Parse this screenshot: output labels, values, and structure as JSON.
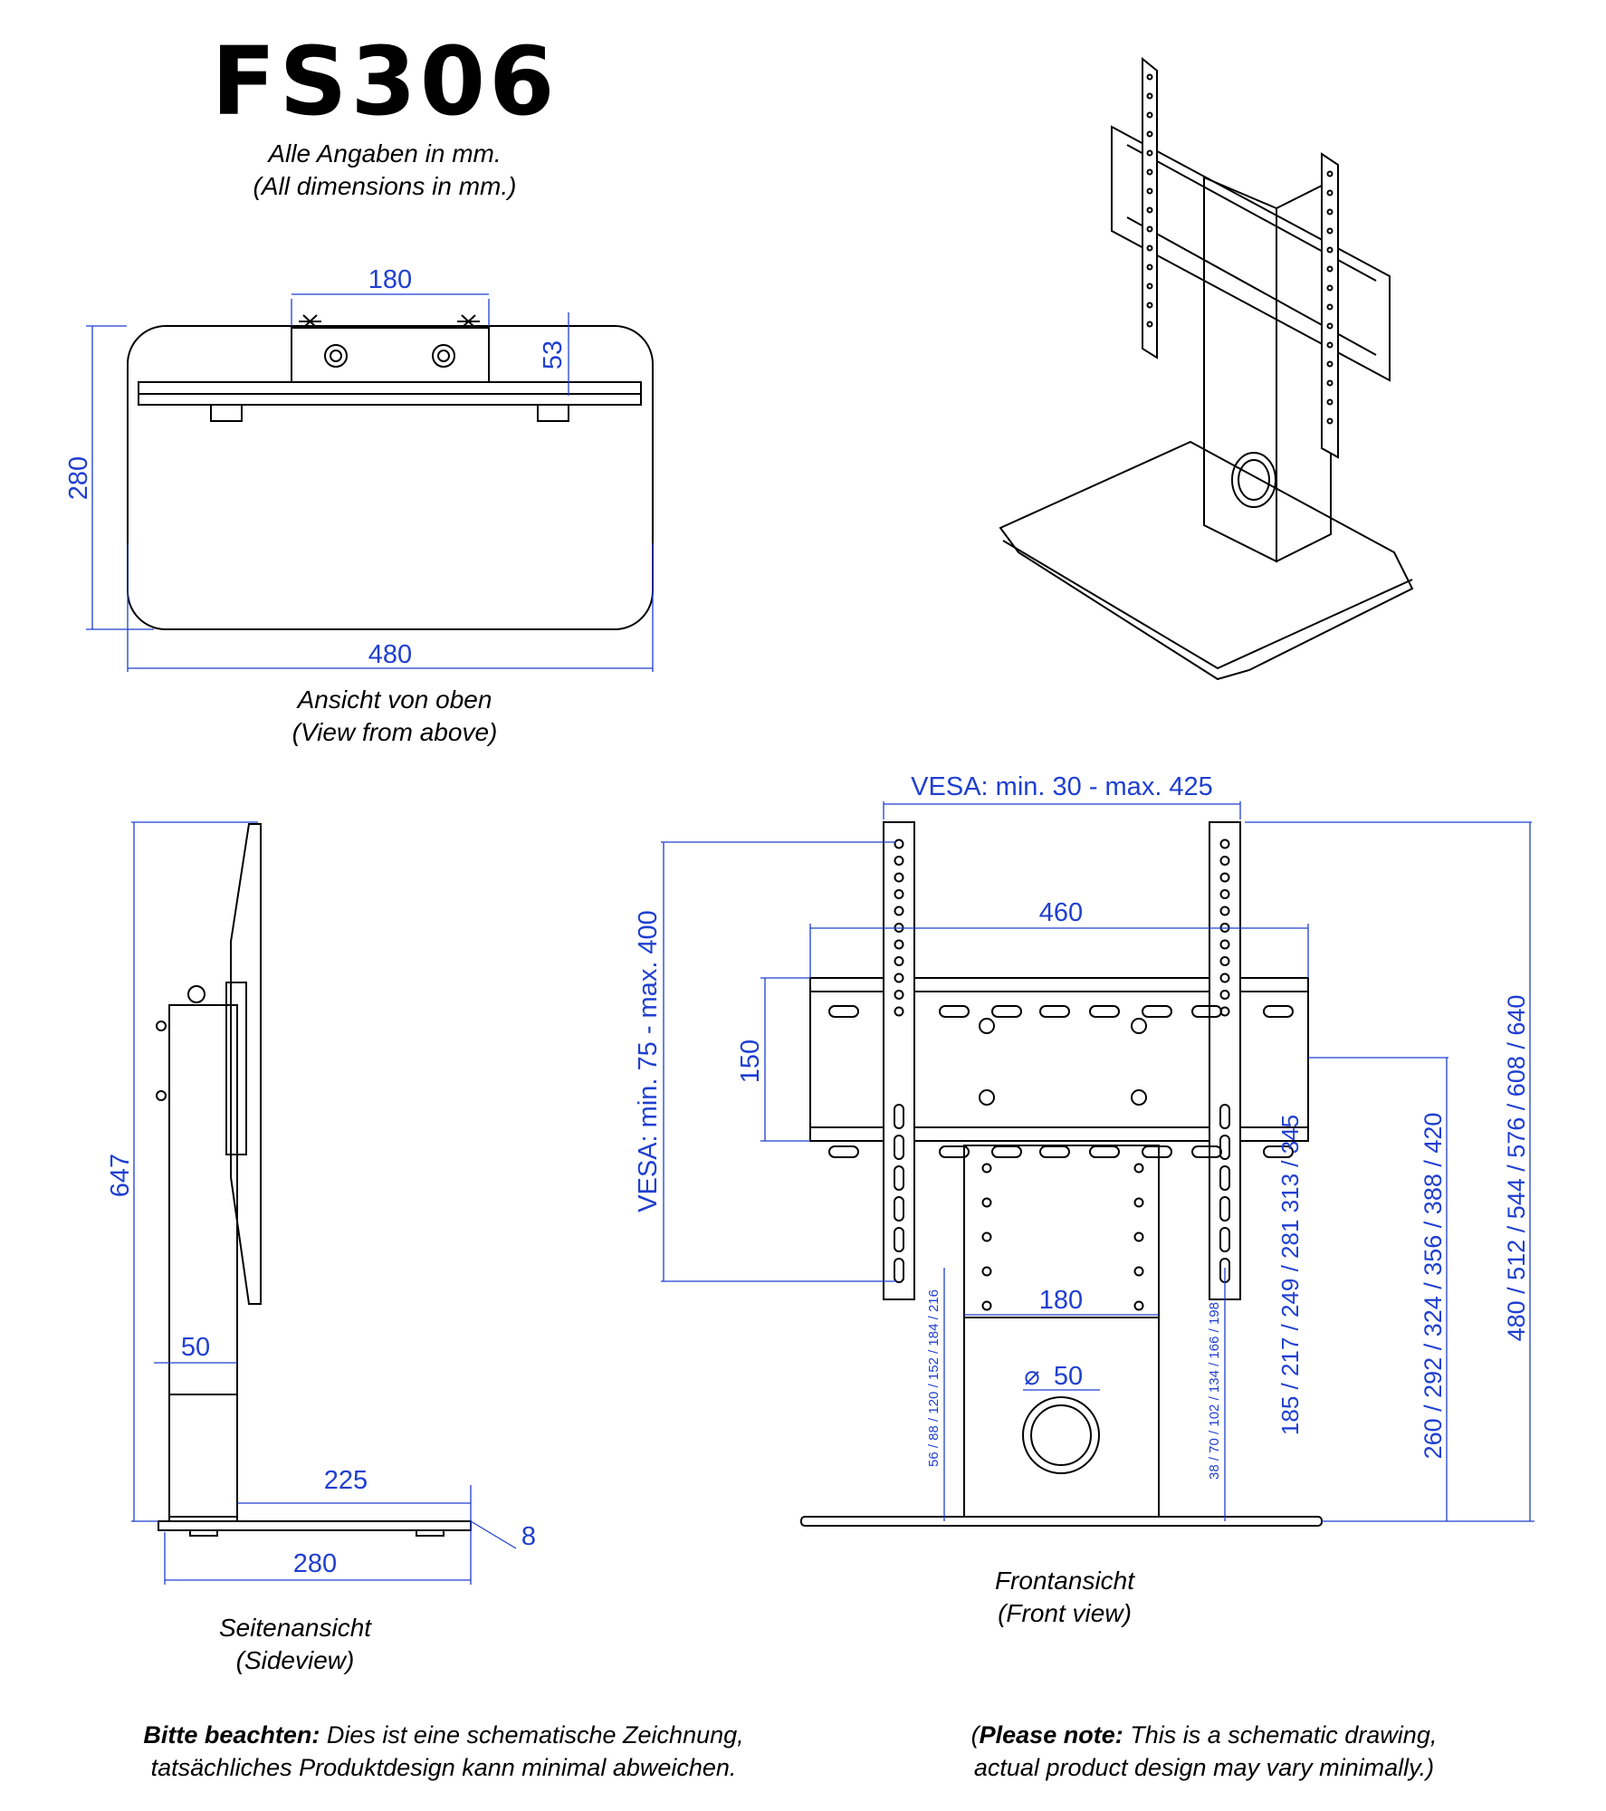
{
  "title": "FS306",
  "units_note": {
    "de": "Alle Angaben in mm.",
    "en": "(All dimensions in mm.)"
  },
  "views": {
    "top": {
      "de": "Ansicht von oben",
      "en": "(View from above)"
    },
    "side": {
      "de": "Seitenansicht",
      "en": "(Sideview)"
    },
    "front": {
      "de": "Frontansicht",
      "en": "(Front view)"
    }
  },
  "dimensions": {
    "top": {
      "width": "480",
      "depth": "280",
      "column_width": "180",
      "offset": "53"
    },
    "side": {
      "height": "647",
      "column_depth": "50",
      "base_offset": "225",
      "base_depth": "280",
      "base_thickness": "8"
    },
    "front": {
      "vesa_h": "VESA: min. 30 - max. 425",
      "vesa_v": "VESA: min. 75 - max. 400",
      "bracket_width": "460",
      "bracket_height": "150",
      "column_width": "180",
      "cable_hole": "50",
      "heights_left": "56 / 88 / 120 / 152 / 184 / 216",
      "heights_right_small": "38 / 70 / 102 / 134 / 166 / 198",
      "heights_mid": "185 / 217 / 249 / 281 313 / 345",
      "heights_center": "260 / 292 / 324 / 356 / 388 / 420",
      "heights_top": "480 / 512 / 544 / 576 / 608 / 640"
    }
  },
  "footer": {
    "de_bold": "Bitte beachten:",
    "de_rest": "Dies ist eine schematische Zeichnung,",
    "de_line2": "tatsächliches Produktdesign kann minimal abweichen.",
    "en_open": "(",
    "en_bold": "Please note:",
    "en_rest": "This is a schematic drawing,",
    "en_line2": "actual product design may vary minimally.)"
  },
  "colors": {
    "dimension": "#1f3fd0",
    "line": "#000000"
  }
}
